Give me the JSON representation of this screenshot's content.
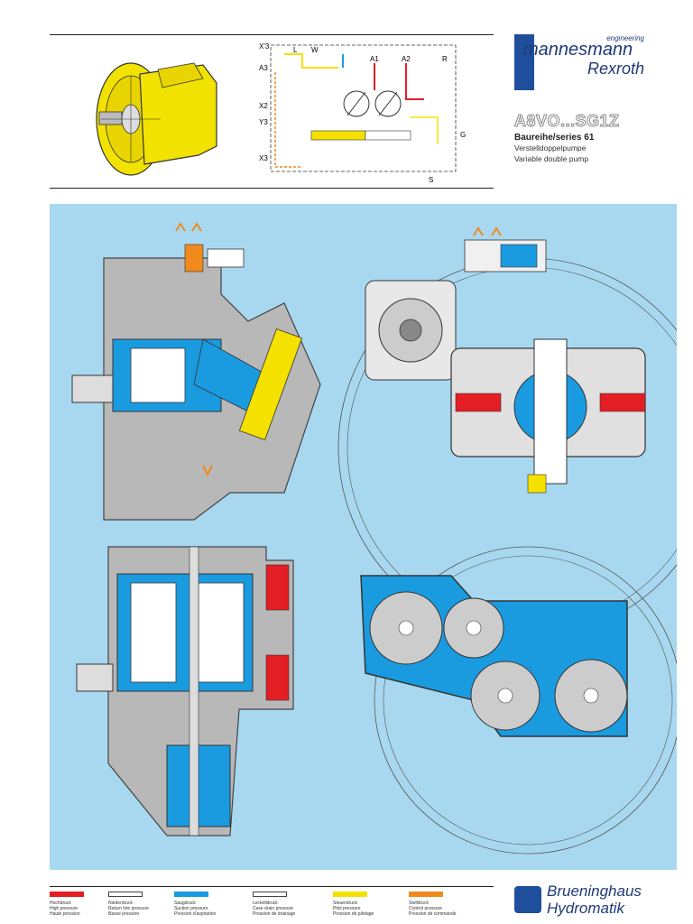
{
  "header": {
    "brand_engineering": "engineering",
    "brand_name": "mannesmann",
    "brand_sub": "Rexroth",
    "model": "A8VO...SG1Z",
    "series": "Baureihe/series 61",
    "desc_de": "Verstelldoppelpumpe",
    "desc_en": "Variable double pump"
  },
  "schematic_labels": {
    "x3p": "X'3",
    "a3": "A3",
    "l": "L",
    "w": "W",
    "a1": "A1",
    "a2": "A2",
    "r": "R",
    "x2": "X2",
    "y3": "Y3",
    "g": "G",
    "x3": "X3",
    "s": "S"
  },
  "legend": [
    {
      "color": "#e31e24",
      "de": "Hochdruck",
      "en": "High pressure",
      "fr": "Haute pression"
    },
    {
      "color": "#ffffff",
      "de": "Niederdruck",
      "en": "Return line pressure",
      "fr": "Basse pression"
    },
    {
      "color": "#1a9be0",
      "de": "Saugdruck",
      "en": "Suction pressure",
      "fr": "Pression d'aspiration"
    },
    {
      "color": "#ffffff",
      "de": "Leckölldruck",
      "en": "Case drain pressure",
      "fr": "Pression de drainage"
    },
    {
      "color": "#f5e100",
      "de": "Steuerdruck",
      "en": "Pilot pressure",
      "fr": "Pression de pilotage"
    },
    {
      "color": "#f08a1c",
      "de": "Stelldruck",
      "en": "Control pressure",
      "fr": "Pression de commande"
    }
  ],
  "footer_brand": {
    "line1": "Brueninghaus",
    "line2": "Hydromatik"
  }
}
